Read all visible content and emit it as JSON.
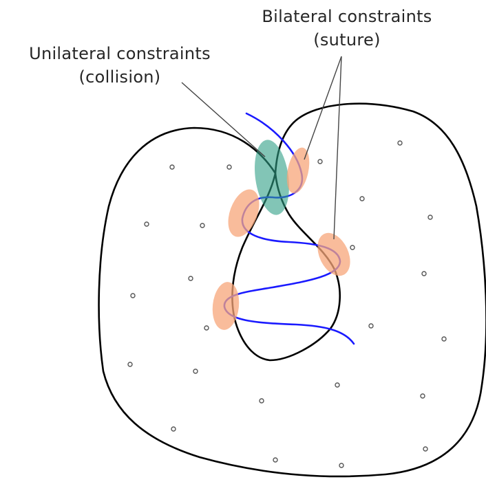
{
  "labels": {
    "bilateral": {
      "title": "Bilateral constraints",
      "subtitle": "(suture)"
    },
    "unilateral": {
      "title": "Unilateral constraints",
      "subtitle": "(collision)"
    }
  },
  "colors": {
    "outline": "#000000",
    "suture": "#1a1aff",
    "bilateral_fill": "#f7a57a",
    "unilateral_fill": "#2f9f86",
    "leader": "#444444",
    "node": "#555555"
  }
}
